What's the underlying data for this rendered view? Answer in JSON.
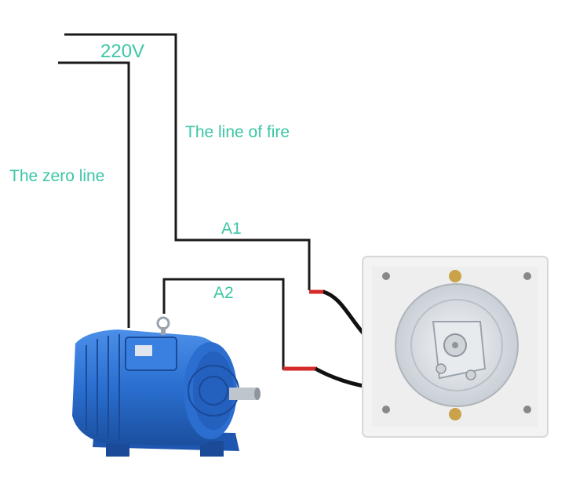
{
  "labels": {
    "voltage": "220V",
    "fire_line": "The line of fire",
    "zero_line": "The zero line",
    "terminal_a1": "A1",
    "terminal_a2": "A2"
  },
  "colors": {
    "label": "#3cc6a6",
    "wire": "#1a1a1a",
    "wire_tip": "#d42a2a",
    "motor_body": "#2a6fd0",
    "plate": "#f3f3f3"
  },
  "components": {
    "power_source": "220V",
    "motor": "motor-icon",
    "timer_switch": "timer-switch-icon"
  }
}
